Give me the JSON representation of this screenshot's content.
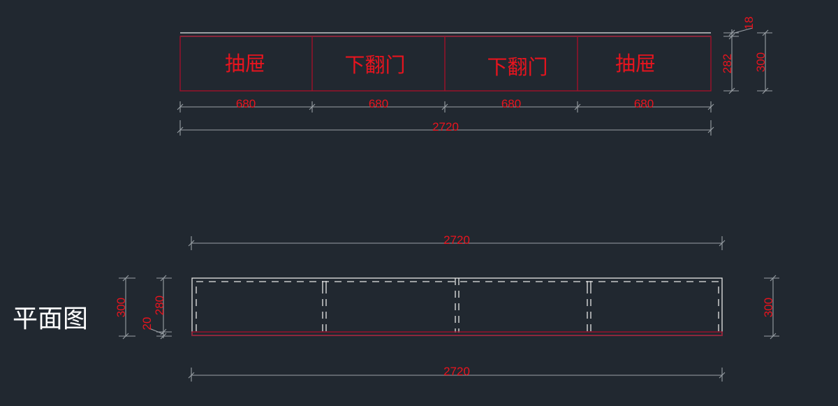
{
  "elevation": {
    "panels": [
      {
        "label": "抽屉"
      },
      {
        "label": "下翻门"
      },
      {
        "label": "下翻门"
      },
      {
        "label": "抽屉"
      }
    ],
    "panel_widths": [
      "680",
      "680",
      "680",
      "680"
    ],
    "total_width": "2720",
    "top_board": "18",
    "panel_height": "282",
    "total_height": "300"
  },
  "plan": {
    "title": "平面图",
    "top_width": "2720",
    "bottom_width": "2720",
    "depth_left": "300",
    "inner_depth": "280",
    "back_board": "20",
    "depth_right": "300"
  },
  "colors": {
    "background": "#212830",
    "annotation_red": "#e8141e",
    "line_white": "#e6e6e6",
    "dim_gray": "#9aa0a6",
    "outline_red": "#a0102a"
  }
}
